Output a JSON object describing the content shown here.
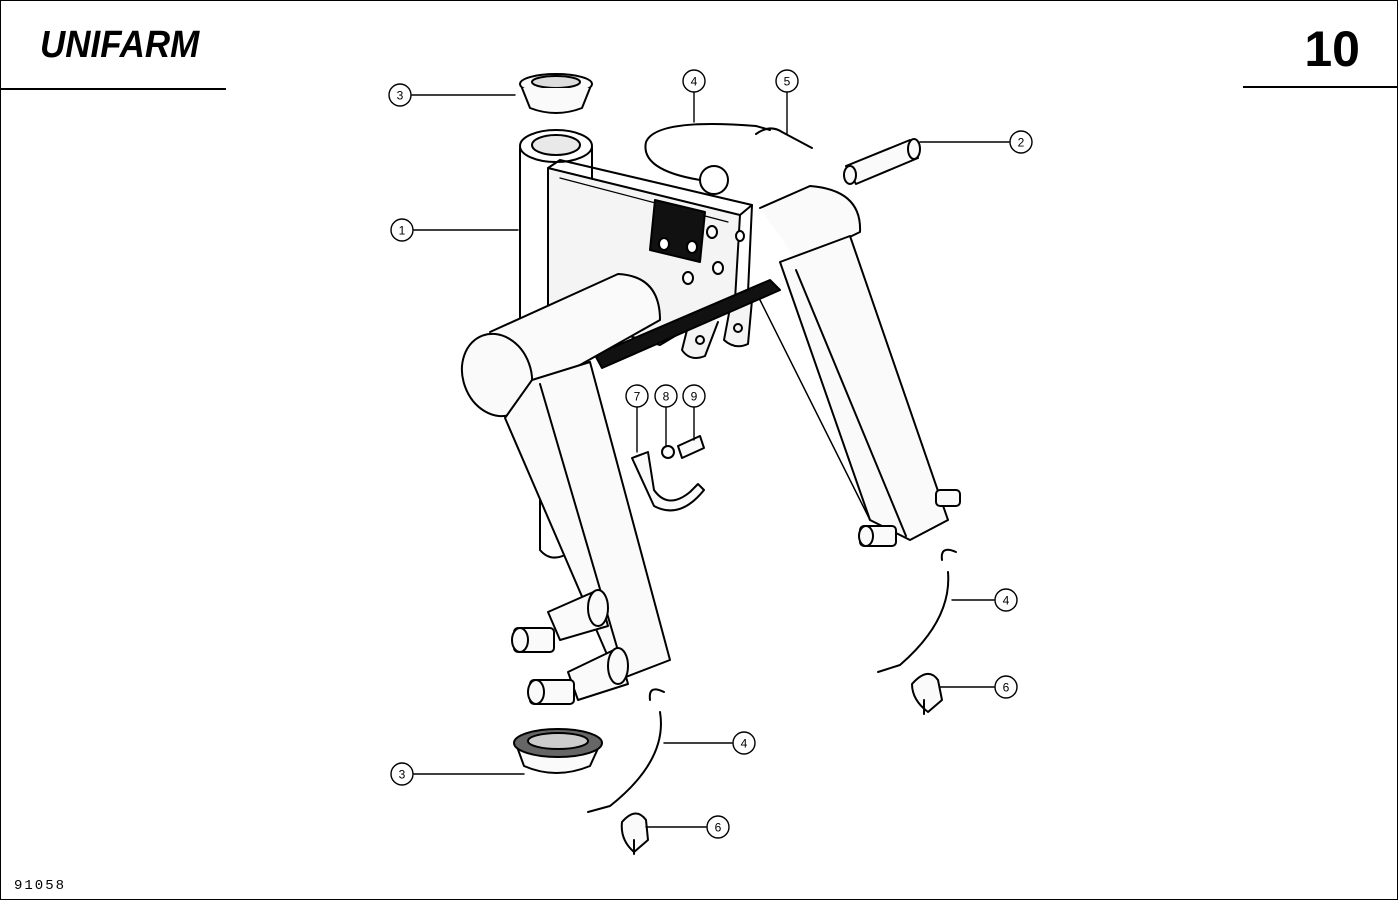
{
  "header": {
    "brand": "UNIFARM",
    "page_number": "10"
  },
  "footer": {
    "drawing_number": "91058"
  },
  "callouts": {
    "c3_top": "3",
    "c4_top": "4",
    "c5_top": "5",
    "c2_right": "2",
    "c1_left": "1",
    "c7": "7",
    "c8": "8",
    "c9": "9",
    "c4_right": "4",
    "c6_right": "6",
    "c4_bottom": "4",
    "c3_bottom": "3",
    "c6_bottom": "6"
  }
}
